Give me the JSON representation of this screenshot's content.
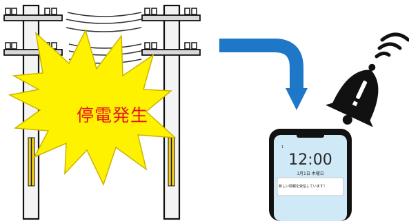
{
  "scene": {
    "burst_label": "停電発生",
    "burst_color": "#fff200",
    "burst_text_color": "#e8161b",
    "arrow_color": "#1f77c8",
    "bell_icon": "bell-ringing-icon",
    "phone": {
      "time": "12:00",
      "date": "1月1日 木曜日",
      "status_left": "1",
      "notification": "新しい情報を受信しています！",
      "screen_color": "#cfe9f7"
    }
  }
}
